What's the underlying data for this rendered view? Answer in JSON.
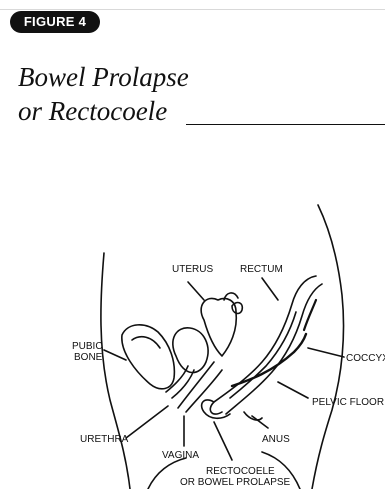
{
  "badge": "FIGURE 4",
  "title": {
    "line1": "Bowel Prolapse",
    "line2": "or Rectocoele"
  },
  "labels": {
    "uterus": "UTERUS",
    "rectum": "RECTUM",
    "pubic_bone_1": "PUBIC",
    "pubic_bone_2": "BONE",
    "coccyx": "COCCYX",
    "pelvic_floor": "PELVIC FLOOR",
    "urethra": "URETHRA",
    "vagina": "VAGINA",
    "anus": "ANUS",
    "rectocoele_1": "RECTOCOELE",
    "rectocoele_2": "OR BOWEL PROLAPSE"
  }
}
